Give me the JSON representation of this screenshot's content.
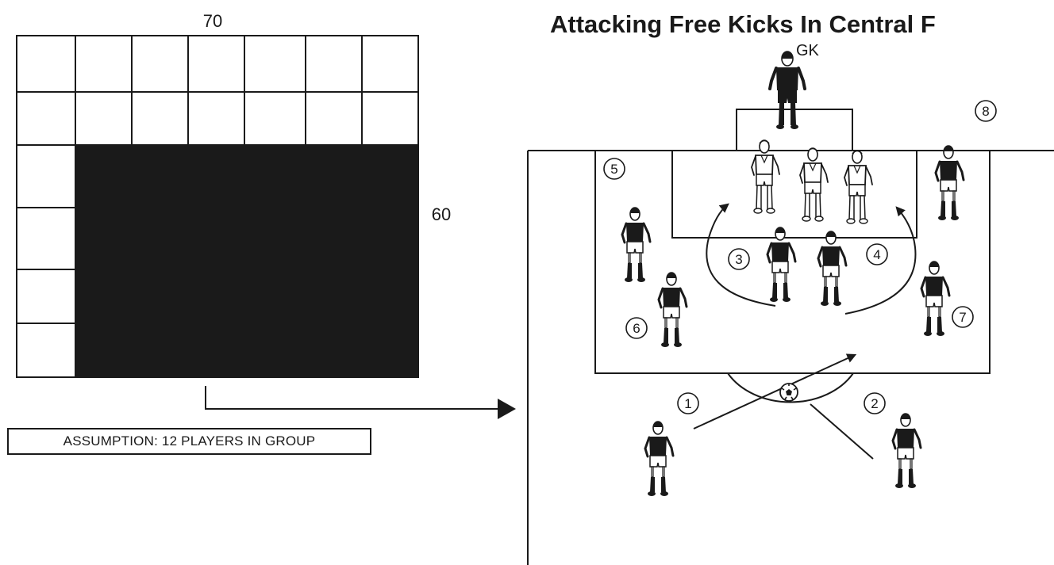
{
  "title": "Attacking Free Kicks In Central F",
  "field_size": {
    "width": "70",
    "length": "60"
  },
  "assumption": "ASSUMPTION:  12 PLAYERS IN GROUP",
  "goalkeeper_label": "GK",
  "player_numbers": [
    "1",
    "2",
    "3",
    "4",
    "5",
    "6",
    "7",
    "8"
  ],
  "colors": {
    "ink": "#1a1a1a",
    "background": "#ffffff",
    "shirt_dark": "#1a1a1a",
    "shirt_light": "#ffffff"
  }
}
